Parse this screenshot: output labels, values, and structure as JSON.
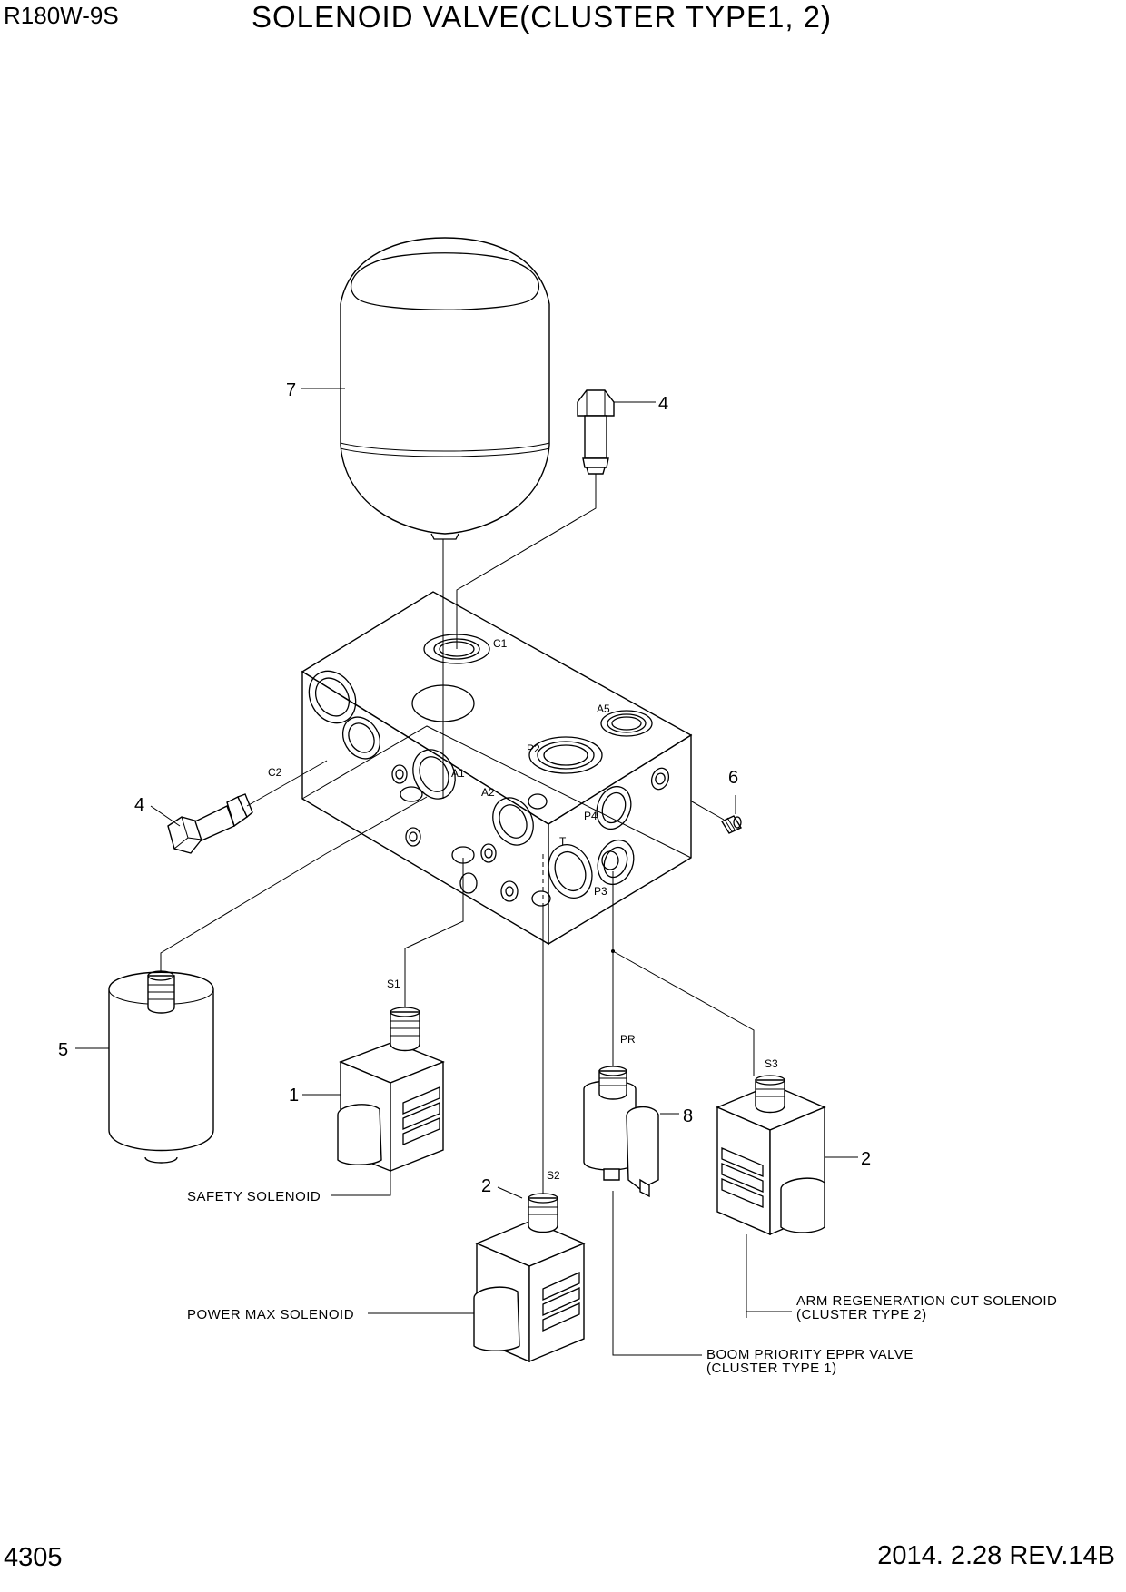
{
  "header": {
    "model": "R180W-9S",
    "title": "SOLENOID VALVE(CLUSTER TYPE1, 2)"
  },
  "footer": {
    "page_number": "4305",
    "revision": "2014. 2.28  REV.14B"
  },
  "callouts": {
    "item1": "1",
    "item2_a": "2",
    "item2_b": "2",
    "item4_top": "4",
    "item4_left": "4",
    "item5": "5",
    "item6": "6",
    "item7": "7",
    "item8": "8"
  },
  "ports": {
    "c1": "C1",
    "c2": "C2",
    "a1": "A1",
    "a2": "A2",
    "a5": "A5",
    "p2": "P2",
    "p3": "P3",
    "p4": "P4",
    "t": "T",
    "s1": "S1",
    "s2": "S2",
    "s3": "S3",
    "pr": "PR"
  },
  "descriptions": {
    "safety": "SAFETY SOLENOID",
    "power_max": "POWER MAX SOLENOID",
    "arm_regen_1": "ARM REGENERATION CUT SOLENOID",
    "arm_regen_2": "(CLUSTER TYPE 2)",
    "boom_priority_1": "BOOM PRIORITY EPPR VALVE",
    "boom_priority_2": "(CLUSTER TYPE 1)"
  }
}
